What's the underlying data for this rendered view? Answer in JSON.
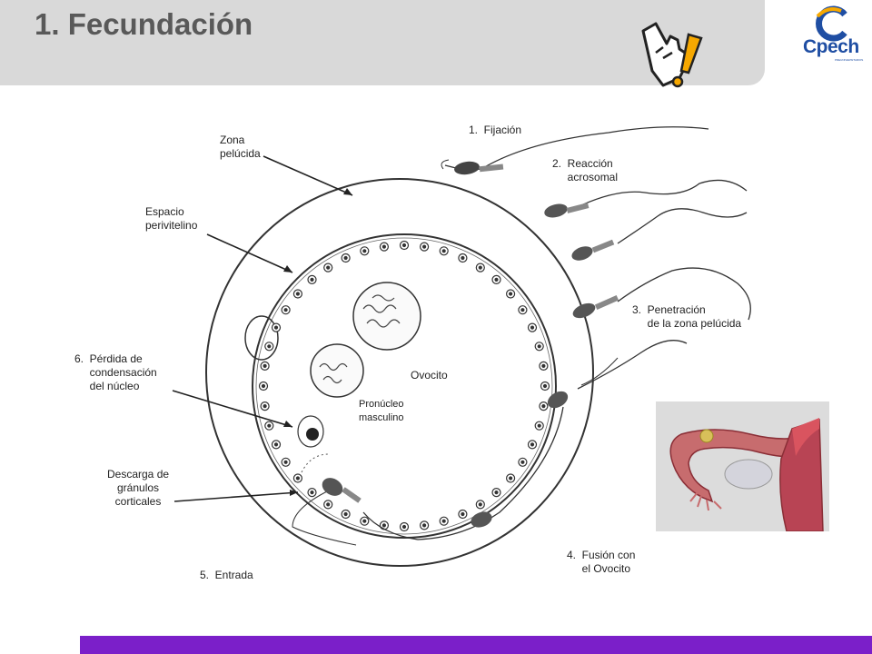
{
  "slide": {
    "title": "1. Fecundación",
    "logo_text": "Cpech",
    "logo_subtext": "PREUNIVERSITARIOS",
    "accent_color": "#7b1fc9",
    "logo_color": "#1f4ea3",
    "icon": "hand-pointer-exclamation-icon"
  },
  "diagram": {
    "labels": {
      "zona_pelucida": "Zona\npelúcida",
      "espacio_perivitelino": "Espacio\nperivitelino",
      "perdida": "6.  Pérdida de\n     condensación\n     del núcleo",
      "descarga": "Descarga de\ngránulos\ncorticales",
      "entrada": "5.  Entrada",
      "fijacion": "1.  Fijación",
      "reaccion": "2.  Reacción\n     acrosomal",
      "penetracion": "3.  Penetración\n     de la zona pelúcida",
      "fusion": "4.  Fusión con\n     el Ovocito",
      "pronucleo": "Pronúcleo\nmasculino",
      "ovocito": "Ovocito"
    }
  }
}
